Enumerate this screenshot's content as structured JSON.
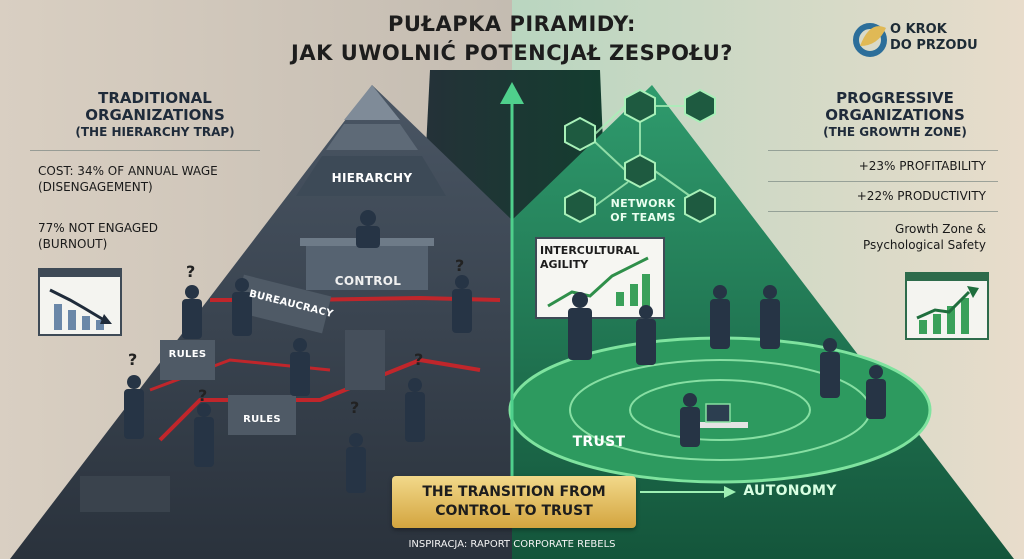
{
  "title": {
    "line1": "PUŁAPKA PIRAMIDY:",
    "line2": "JAK UWOLNIĆ POTENCJAŁ ZESPOŁU?"
  },
  "logo": {
    "line1": "O KROK",
    "line2": "DO PRZODU",
    "icon": "leaf-ring-icon"
  },
  "traditional": {
    "title_line1": "TRADITIONAL",
    "title_line2": "ORGANIZATIONS",
    "subtitle": "(THE HIERARCHY TRAP)",
    "stats": [
      {
        "line1": "COST: 34% OF ANNUAL WAGE",
        "line2": "(DISENGAGEMENT)"
      },
      {
        "line1": "77% NOT ENGAGED",
        "line2": "(BURNOUT)"
      }
    ],
    "labels": {
      "hierarchy": "HIERARCHY",
      "control": "CONTROL",
      "bureaucracy": "BUREAUCRACY",
      "rules1": "RULES",
      "rules2": "RULES"
    },
    "chart_icon": "declining-chart-icon"
  },
  "progressive": {
    "title_line1": "PROGRESSIVE",
    "title_line2": "ORGANIZATIONS",
    "subtitle": "(THE GROWTH ZONE)",
    "stats": [
      "+23% PROFITABILITY",
      "+22% PRODUCTIVITY"
    ],
    "growth_line1": "Growth Zone &",
    "growth_line2": "Psychological Safety",
    "labels": {
      "network_line1": "NETWORK",
      "network_line2": "OF TEAMS",
      "agility_line1": "INTERCULTURAL",
      "agility_line2": "AGILITY",
      "trust": "TRUST",
      "autonomy": "AUTONOMY"
    },
    "chart_icon": "rising-chart-icon"
  },
  "banner": {
    "line1": "THE TRANSITION FROM",
    "line2": "CONTROL TO TRUST"
  },
  "credit": "INSPIRACJA: RAPORT CORPORATE REBELS",
  "colors": {
    "left_dark": "#2f3946",
    "right_green": "#1f7a55",
    "gold": "#e0b955",
    "arrow_green": "#4fd08c",
    "tape_red": "#c0262b"
  }
}
